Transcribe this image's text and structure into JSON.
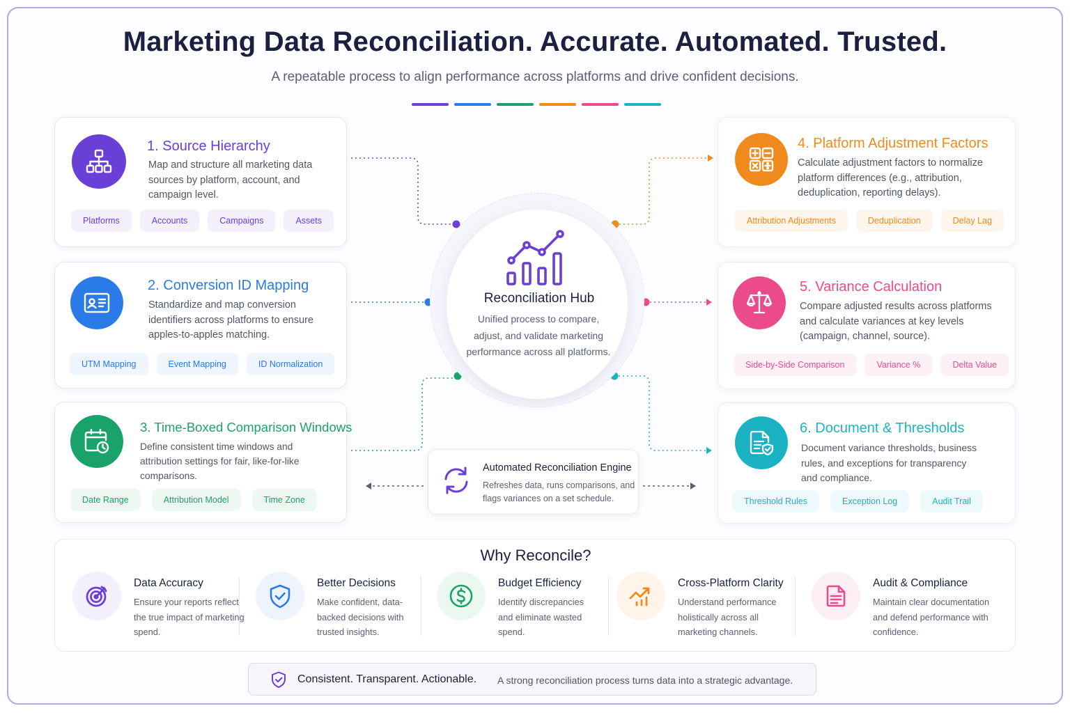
{
  "header": {
    "title": "Marketing Data Reconciliation. Accurate. Automated. Trusted.",
    "subtitle": "A repeatable process to align performance across platforms and drive confident decisions.",
    "bar_colors": [
      "#6a3fd8",
      "#2a7ae8",
      "#19a36a",
      "#f08a1c",
      "#ec4b8b",
      "#1bb3c4"
    ]
  },
  "steps": [
    {
      "number": "1.",
      "title": "Source Hierarchy",
      "description": "Map and structure all marketing data sources by platform, account, and campaign level.",
      "icon": "hierarchy-icon",
      "color": "#6a3fd8",
      "chips": [
        "Platforms",
        "Accounts",
        "Campaigns",
        "Assets"
      ]
    },
    {
      "number": "2.",
      "title": "Conversion ID Mapping",
      "description": "Standardize and map conversion identifiers across platforms to ensure apples-to-apples matching.",
      "icon": "id-card-icon",
      "color": "#2a7ae8",
      "chips": [
        "UTM Mapping",
        "Event Mapping",
        "ID Normalization"
      ]
    },
    {
      "number": "3.",
      "title": "Time-Boxed Comparison Windows",
      "description": "Define consistent time windows and attribution settings for fair, like-for-like comparisons.",
      "icon": "calendar-clock-icon",
      "color": "#19a36a",
      "chips": [
        "Date Range",
        "Attribution Model",
        "Time Zone"
      ]
    },
    {
      "number": "4.",
      "title": "Platform Adjustment Factors",
      "description": "Calculate adjustment factors to normalize platform differences (e.g., attribution, deduplication, reporting delays).",
      "icon": "calculator-icon",
      "color": "#f08a1c",
      "chips": [
        "Attribution Adjustments",
        "Deduplication",
        "Delay Lag"
      ]
    },
    {
      "number": "5.",
      "title": "Variance Calculation",
      "description": "Compare adjusted results across platforms and calculate variances at key levels (campaign, channel, source).",
      "icon": "scale-icon",
      "color": "#ec4b8b",
      "chips": [
        "Side-by-Side Comparison",
        "Variance %",
        "Delta Value"
      ]
    },
    {
      "number": "6.",
      "title": "Document & Thresholds",
      "description": "Document variance thresholds, business rules, and exceptions for transparency and compliance.",
      "icon": "document-check-icon",
      "color": "#1bb3c4",
      "chips": [
        "Threshold Rules",
        "Exception Log",
        "Audit Trail"
      ]
    }
  ],
  "hub": {
    "title": "Reconciliation Hub",
    "description": "Unified process to compare, adjust, and validate marketing performance across all platforms.",
    "icon": "growth-chart-icon"
  },
  "engine": {
    "title": "Automated Reconciliation Engine",
    "description": "Refreshes data, runs comparisons, and flags variances on a set schedule.",
    "icon": "refresh-icon"
  },
  "why": {
    "title": "Why Reconcile?",
    "items": [
      {
        "title": "Data Accuracy",
        "description": "Ensure your reports reflect the true impact of marketing spend.",
        "icon": "target-icon",
        "color": "#6a3fd8"
      },
      {
        "title": "Better Decisions",
        "description": "Make confident, data-backed decisions with trusted insights.",
        "icon": "shield-check-icon",
        "color": "#2a7ae8"
      },
      {
        "title": "Budget Efficiency",
        "description": "Identify discrepancies and eliminate wasted spend.",
        "icon": "dollar-icon",
        "color": "#19a36a"
      },
      {
        "title": "Cross-Platform Clarity",
        "description": "Understand performance holistically across all marketing channels.",
        "icon": "trend-up-icon",
        "color": "#f08a1c"
      },
      {
        "title": "Audit & Compliance",
        "description": "Maintain clear documentation and defend performance with confidence.",
        "icon": "clipboard-icon",
        "color": "#ec4b8b"
      }
    ]
  },
  "footer": {
    "tagline": "Consistent. Transparent. Actionable.",
    "text": "A strong reconciliation process turns data into a strategic advantage.",
    "icon": "shield-check-icon"
  }
}
